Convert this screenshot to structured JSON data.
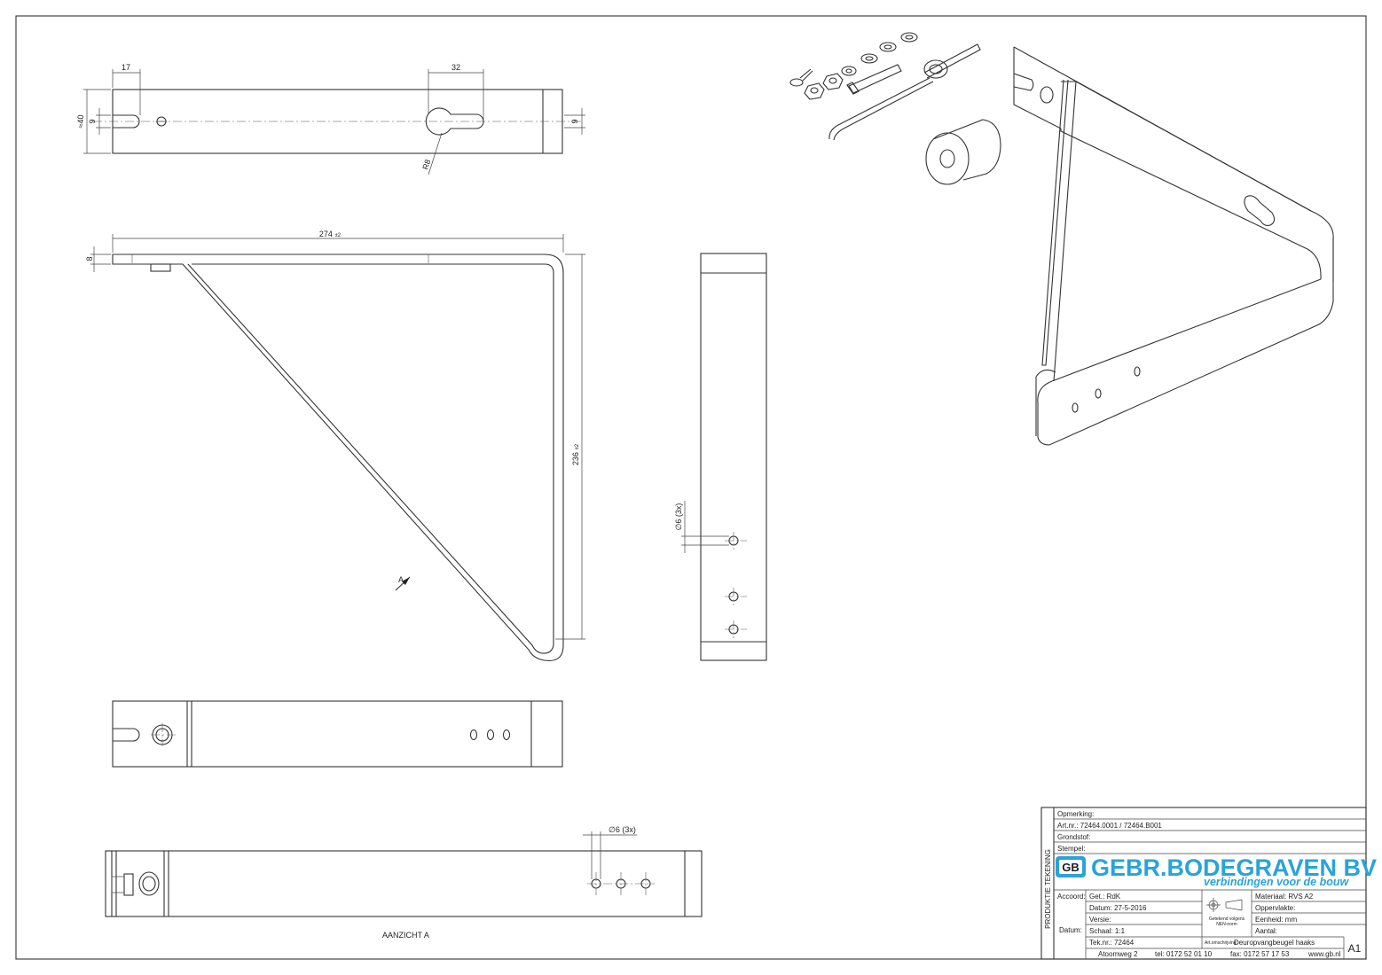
{
  "views": {
    "top_view": {
      "dim_slot_width": "17",
      "dim_keyhole_width": "32",
      "dim_height": "≈40",
      "dim_slot_left": "9",
      "dim_slot_right": "9",
      "dim_radius": "R8"
    },
    "side_view": {
      "dim_length": "274",
      "dim_length_tol": "±2",
      "dim_thickness": "8",
      "dim_height": "236",
      "dim_height_tol": "±2",
      "view_arrow_label": "A"
    },
    "front_view": {
      "dim_holes": "∅6 (3x)"
    },
    "aanzicht_a": {
      "dim_holes": "∅6 (3x)",
      "caption": "AANZICHT A"
    }
  },
  "title_block": {
    "vertical_label": "PRODUKTIE TEKENING",
    "opmerking": "Opmerking:",
    "art_nr": "Art.nr.:  72464.0001 / 72464.B001",
    "grondstof": "Grondstof:",
    "stempel": "Stempel:",
    "logo_badge": "GB",
    "company_name": "GEBR.BODEGRAVEN BV",
    "company_tagline": "verbindingen voor de bouw",
    "accoord": "Accoord:",
    "datum_label": "Datum:",
    "get": "Get.: RdK",
    "datum": "Datum: 27-5-2016",
    "versie": "Versie:",
    "schaal": "Schaal: 1:1",
    "tek_nr": "Tek.nr.: 72464",
    "norm_line1": "Getekend volgens",
    "norm_line2": "NEN-norm",
    "materiaal": "Materiaal: RVS A2",
    "oppervlakte": "Oppervlakte:",
    "eenheid": "Eenheid: mm",
    "aantal": "Aantal:",
    "omschrijving_label": "Art.omschrijving:",
    "omschrijving": "Deuropvangbeugel haaks",
    "format": "A1",
    "address": "Atoomweg 2",
    "tel": "tel: 0172 52 01 10",
    "fax": "fax: 0172 57 17 53",
    "web": "www.gb.nl"
  }
}
